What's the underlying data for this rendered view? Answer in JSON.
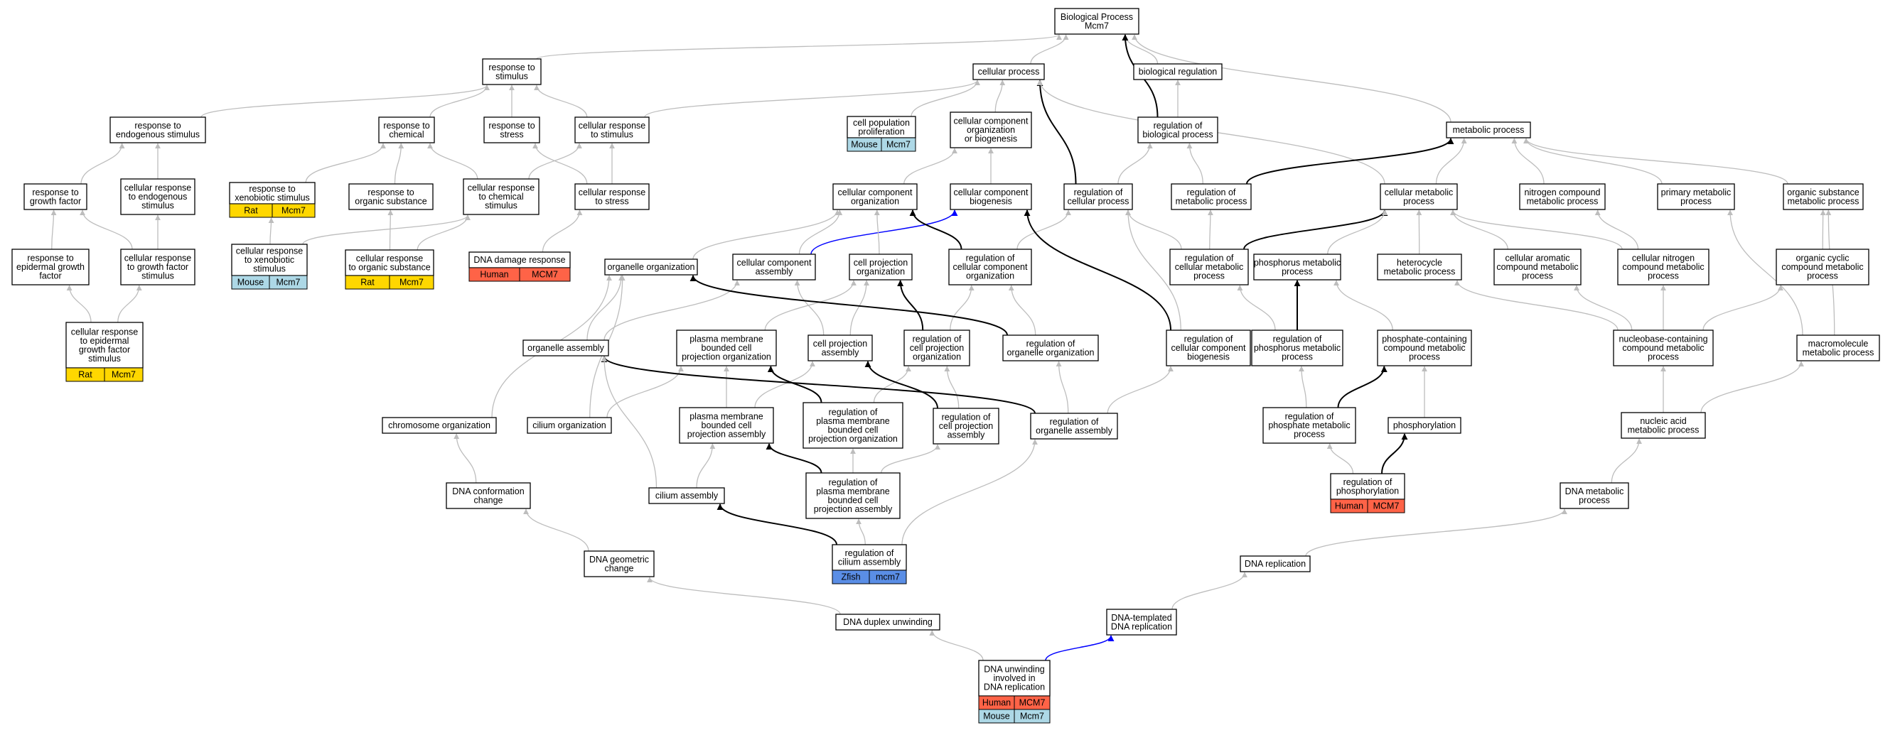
{
  "colors": {
    "gray": "#bdbdbd",
    "black": "#000000",
    "blue": "#0000ff",
    "Rat": "#ffd700",
    "Mouse": "#add8e6",
    "Human": "#ff6347",
    "Zfish": "#5a8ee6"
  },
  "nodes": {
    "bp": {
      "label": [
        "Biological Process",
        "Mcm7"
      ]
    },
    "resp_stim": {
      "label": [
        "response to",
        "stimulus"
      ]
    },
    "cell_proc": {
      "label": [
        "cellular process"
      ]
    },
    "bio_reg": {
      "label": [
        "biological regulation"
      ]
    },
    "resp_endo": {
      "label": [
        "response to",
        "endogenous stimulus"
      ]
    },
    "resp_chem": {
      "label": [
        "response to",
        "chemical"
      ]
    },
    "resp_stress": {
      "label": [
        "response to",
        "stress"
      ]
    },
    "cell_resp_stim": {
      "label": [
        "cellular response",
        "to stimulus"
      ]
    },
    "cell_pop": {
      "label": [
        "cell population",
        "proliferation"
      ],
      "tags": [
        [
          "Mouse",
          "Mcm7"
        ]
      ]
    },
    "ccob": {
      "label": [
        "cellular component",
        "organization",
        "or biogenesis"
      ]
    },
    "reg_bio": {
      "label": [
        "regulation of",
        "biological process"
      ]
    },
    "met_proc": {
      "label": [
        "metabolic process"
      ]
    },
    "resp_gf": {
      "label": [
        "response to",
        "growth factor"
      ]
    },
    "cell_resp_endo": {
      "label": [
        "cellular response",
        "to endogenous",
        "stimulus"
      ]
    },
    "resp_xeno": {
      "label": [
        "response to",
        "xenobiotic stimulus"
      ],
      "tags": [
        [
          "Rat",
          "Mcm7"
        ]
      ]
    },
    "resp_org": {
      "label": [
        "response to",
        "organic substance"
      ]
    },
    "cell_resp_chem": {
      "label": [
        "cellular response",
        "to chemical",
        "stimulus"
      ]
    },
    "cell_resp_stress": {
      "label": [
        "cellular response",
        "to stress"
      ]
    },
    "cco": {
      "label": [
        "cellular component",
        "organization"
      ]
    },
    "ccb": {
      "label": [
        "cellular component",
        "biogenesis"
      ]
    },
    "reg_cell": {
      "label": [
        "regulation of",
        "cellular process"
      ]
    },
    "reg_met": {
      "label": [
        "regulation of",
        "metabolic process"
      ]
    },
    "cell_met": {
      "label": [
        "cellular metabolic",
        "process"
      ]
    },
    "nitro": {
      "label": [
        "nitrogen compound",
        "metabolic process"
      ]
    },
    "prim_met": {
      "label": [
        "primary metabolic",
        "process"
      ]
    },
    "org_sub": {
      "label": [
        "organic substance",
        "metabolic process"
      ]
    },
    "resp_egf": {
      "label": [
        "response to",
        "epidermal growth",
        "factor"
      ]
    },
    "cell_resp_gf": {
      "label": [
        "cellular response",
        "to growth factor",
        "stimulus"
      ]
    },
    "cell_resp_xeno": {
      "label": [
        "cellular response",
        "to xenobiotic",
        "stimulus"
      ],
      "tags": [
        [
          "Mouse",
          "Mcm7"
        ]
      ]
    },
    "cell_resp_org": {
      "label": [
        "cellular response",
        "to organic substance"
      ],
      "tags": [
        [
          "Rat",
          "Mcm7"
        ]
      ]
    },
    "dna_dmg": {
      "label": [
        "DNA damage response"
      ],
      "tags": [
        [
          "Human",
          "MCM7"
        ]
      ]
    },
    "org_org": {
      "label": [
        "organelle organization"
      ]
    },
    "cc_asm": {
      "label": [
        "cellular component",
        "assembly"
      ]
    },
    "cp_org": {
      "label": [
        "cell projection",
        "organization"
      ]
    },
    "reg_cco": {
      "label": [
        "regulation of",
        "cellular component",
        "organization"
      ]
    },
    "reg_cmp": {
      "label": [
        "regulation of",
        "cellular metabolic",
        "process"
      ]
    },
    "phos_met": {
      "label": [
        "phosphorus metabolic",
        "process"
      ]
    },
    "het_met": {
      "label": [
        "heterocycle",
        "metabolic process"
      ]
    },
    "arom": {
      "label": [
        "cellular aromatic",
        "compound metabolic",
        "process"
      ]
    },
    "cell_nitro": {
      "label": [
        "cellular nitrogen",
        "compound metabolic",
        "process"
      ]
    },
    "org_cyc": {
      "label": [
        "organic cyclic",
        "compound metabolic",
        "process"
      ]
    },
    "cell_resp_egf": {
      "label": [
        "cellular response",
        "to epidermal",
        "growth factor",
        "stimulus"
      ],
      "tags": [
        [
          "Rat",
          "Mcm7"
        ]
      ]
    },
    "org_asm": {
      "label": [
        "organelle assembly"
      ]
    },
    "pmbcpo": {
      "label": [
        "plasma membrane",
        "bounded cell",
        "projection organization"
      ]
    },
    "cp_asm": {
      "label": [
        "cell projection",
        "assembly"
      ]
    },
    "reg_cpo": {
      "label": [
        "regulation of",
        "cell projection",
        "organization"
      ]
    },
    "reg_oo": {
      "label": [
        "regulation of",
        "organelle organization"
      ]
    },
    "reg_ccb": {
      "label": [
        "regulation of",
        "cellular component",
        "biogenesis"
      ]
    },
    "reg_pmp": {
      "label": [
        "regulation of",
        "phosphorus metabolic",
        "process"
      ]
    },
    "phos_cont": {
      "label": [
        "phosphate-containing",
        "compound metabolic",
        "process"
      ]
    },
    "nucleobase": {
      "label": [
        "nucleobase-containing",
        "compound metabolic",
        "process"
      ]
    },
    "macro": {
      "label": [
        "macromolecule",
        "metabolic process"
      ]
    },
    "chrom": {
      "label": [
        "chromosome organization"
      ]
    },
    "cil_org": {
      "label": [
        "cilium organization"
      ]
    },
    "pmbcpa": {
      "label": [
        "plasma membrane",
        "bounded cell",
        "projection assembly"
      ]
    },
    "reg_pmbcpo": {
      "label": [
        "regulation of",
        "plasma membrane",
        "bounded cell",
        "projection organization"
      ]
    },
    "reg_cpa": {
      "label": [
        "regulation of",
        "cell projection",
        "assembly"
      ]
    },
    "reg_oa": {
      "label": [
        "regulation of",
        "organelle assembly"
      ]
    },
    "reg_phosmet": {
      "label": [
        "regulation of",
        "phosphate metabolic",
        "process"
      ]
    },
    "phosph": {
      "label": [
        "phosphorylation"
      ]
    },
    "nuc_acid": {
      "label": [
        "nucleic acid",
        "metabolic process"
      ]
    },
    "dna_conf": {
      "label": [
        "DNA conformation",
        "change"
      ]
    },
    "cil_asm": {
      "label": [
        "cilium assembly"
      ]
    },
    "reg_pmbcpa": {
      "label": [
        "regulation of",
        "plasma membrane",
        "bounded cell",
        "projection assembly"
      ]
    },
    "reg_phos": {
      "label": [
        "regulation of",
        "phosphorylation"
      ],
      "tags": [
        [
          "Human",
          "MCM7"
        ]
      ]
    },
    "dna_met": {
      "label": [
        "DNA metabolic",
        "process"
      ]
    },
    "reg_cil": {
      "label": [
        "regulation of",
        "cilium assembly"
      ],
      "tags": [
        [
          "Zfish",
          "mcm7"
        ]
      ]
    },
    "dna_geo": {
      "label": [
        "DNA geometric",
        "change"
      ]
    },
    "dna_rep": {
      "label": [
        "DNA replication"
      ]
    },
    "dna_dup": {
      "label": [
        "DNA duplex unwinding"
      ]
    },
    "dna_temp": {
      "label": [
        "DNA-templated",
        "DNA replication"
      ]
    },
    "dna_unw": {
      "label": [
        "DNA unwinding",
        "involved in",
        "DNA replication"
      ],
      "tags": [
        [
          "Human",
          "MCM7"
        ],
        [
          "Mouse",
          "Mcm7"
        ]
      ]
    }
  },
  "edges": [
    [
      "resp_stim",
      "bp",
      "gray"
    ],
    [
      "cell_proc",
      "bp",
      "gray"
    ],
    [
      "bio_reg",
      "bp",
      "gray"
    ],
    [
      "reg_bio",
      "bp",
      "black"
    ],
    [
      "met_proc",
      "bp",
      "gray"
    ],
    [
      "resp_endo",
      "resp_stim",
      "gray"
    ],
    [
      "resp_chem",
      "resp_stim",
      "gray"
    ],
    [
      "resp_stress",
      "resp_stim",
      "gray"
    ],
    [
      "cell_resp_stim",
      "resp_stim",
      "gray"
    ],
    [
      "cell_resp_stim",
      "cell_proc",
      "gray"
    ],
    [
      "cell_pop",
      "cell_proc",
      "gray"
    ],
    [
      "ccob",
      "cell_proc",
      "gray"
    ],
    [
      "reg_bio",
      "bio_reg",
      "gray"
    ],
    [
      "reg_cell",
      "cell_proc",
      "black"
    ],
    [
      "cell_met",
      "cell_proc",
      "gray"
    ],
    [
      "reg_met",
      "met_proc",
      "black"
    ],
    [
      "cell_met",
      "met_proc",
      "gray"
    ],
    [
      "nitro",
      "met_proc",
      "gray"
    ],
    [
      "prim_met",
      "met_proc",
      "gray"
    ],
    [
      "org_sub",
      "met_proc",
      "gray"
    ],
    [
      "resp_gf",
      "resp_endo",
      "gray"
    ],
    [
      "cell_resp_endo",
      "resp_endo",
      "gray"
    ],
    [
      "resp_xeno",
      "resp_chem",
      "gray"
    ],
    [
      "resp_org",
      "resp_chem",
      "gray"
    ],
    [
      "cell_resp_chem",
      "resp_chem",
      "gray"
    ],
    [
      "cell_resp_chem",
      "cell_resp_stim",
      "gray"
    ],
    [
      "cell_resp_stress",
      "resp_stress",
      "gray"
    ],
    [
      "cell_resp_stress",
      "cell_resp_stim",
      "gray"
    ],
    [
      "cco",
      "ccob",
      "gray"
    ],
    [
      "ccb",
      "ccob",
      "gray"
    ],
    [
      "reg_cell",
      "reg_bio",
      "gray"
    ],
    [
      "reg_met",
      "reg_bio",
      "gray"
    ],
    [
      "resp_egf",
      "resp_gf",
      "gray"
    ],
    [
      "cell_resp_gf",
      "resp_gf",
      "gray"
    ],
    [
      "cell_resp_gf",
      "cell_resp_endo",
      "gray"
    ],
    [
      "cell_resp_xeno",
      "resp_xeno",
      "gray"
    ],
    [
      "cell_resp_xeno",
      "cell_resp_chem",
      "gray"
    ],
    [
      "cell_resp_org",
      "resp_org",
      "gray"
    ],
    [
      "cell_resp_org",
      "cell_resp_chem",
      "gray"
    ],
    [
      "dna_dmg",
      "cell_resp_stress",
      "gray"
    ],
    [
      "org_org",
      "cco",
      "gray"
    ],
    [
      "cc_asm",
      "cco",
      "gray"
    ],
    [
      "cc_asm",
      "ccb",
      "blue"
    ],
    [
      "cp_org",
      "cco",
      "gray"
    ],
    [
      "reg_cco",
      "cco",
      "black"
    ],
    [
      "reg_cco",
      "reg_cell",
      "gray"
    ],
    [
      "reg_cmp",
      "reg_cell",
      "gray"
    ],
    [
      "reg_cmp",
      "reg_met",
      "gray"
    ],
    [
      "reg_cmp",
      "cell_met",
      "black"
    ],
    [
      "phos_met",
      "cell_met",
      "gray"
    ],
    [
      "het_met",
      "cell_met",
      "gray"
    ],
    [
      "arom",
      "cell_met",
      "gray"
    ],
    [
      "cell_nitro",
      "cell_met",
      "gray"
    ],
    [
      "cell_nitro",
      "nitro",
      "gray"
    ],
    [
      "org_cyc",
      "org_sub",
      "gray"
    ],
    [
      "cell_resp_egf",
      "resp_egf",
      "gray"
    ],
    [
      "cell_resp_egf",
      "cell_resp_gf",
      "gray"
    ],
    [
      "org_asm",
      "org_org",
      "gray"
    ],
    [
      "org_asm",
      "cc_asm",
      "gray"
    ],
    [
      "pmbcpo",
      "cp_org",
      "gray"
    ],
    [
      "cp_asm",
      "cc_asm",
      "gray"
    ],
    [
      "cp_asm",
      "cp_org",
      "gray"
    ],
    [
      "reg_cpo",
      "cp_org",
      "black"
    ],
    [
      "reg_cpo",
      "reg_cco",
      "gray"
    ],
    [
      "reg_oo",
      "org_org",
      "black"
    ],
    [
      "reg_oo",
      "reg_cco",
      "gray"
    ],
    [
      "reg_ccb",
      "ccb",
      "black"
    ],
    [
      "reg_ccb",
      "reg_cell",
      "gray"
    ],
    [
      "reg_pmp",
      "phos_met",
      "black"
    ],
    [
      "reg_pmp",
      "reg_cmp",
      "gray"
    ],
    [
      "phos_cont",
      "phos_met",
      "gray"
    ],
    [
      "nucleobase",
      "het_met",
      "gray"
    ],
    [
      "nucleobase",
      "arom",
      "gray"
    ],
    [
      "nucleobase",
      "cell_nitro",
      "gray"
    ],
    [
      "nucleobase",
      "org_cyc",
      "gray"
    ],
    [
      "macro",
      "prim_met",
      "gray"
    ],
    [
      "macro",
      "org_sub",
      "gray"
    ],
    [
      "chrom",
      "org_org",
      "gray"
    ],
    [
      "cil_org",
      "org_org",
      "gray"
    ],
    [
      "cil_org",
      "pmbcpo",
      "gray"
    ],
    [
      "pmbcpa",
      "pmbcpo",
      "gray"
    ],
    [
      "pmbcpa",
      "cp_asm",
      "gray"
    ],
    [
      "reg_pmbcpo",
      "pmbcpo",
      "black"
    ],
    [
      "reg_pmbcpo",
      "reg_cpo",
      "gray"
    ],
    [
      "reg_cpa",
      "cp_asm",
      "black"
    ],
    [
      "reg_cpa",
      "reg_cpo",
      "gray"
    ],
    [
      "reg_oa",
      "org_asm",
      "black"
    ],
    [
      "reg_oa",
      "reg_oo",
      "gray"
    ],
    [
      "reg_oa",
      "reg_ccb",
      "gray"
    ],
    [
      "reg_phosmet",
      "phos_cont",
      "black"
    ],
    [
      "reg_phosmet",
      "reg_pmp",
      "gray"
    ],
    [
      "phosph",
      "phos_cont",
      "gray"
    ],
    [
      "nuc_acid",
      "nucleobase",
      "gray"
    ],
    [
      "nuc_acid",
      "macro",
      "gray"
    ],
    [
      "dna_conf",
      "chrom",
      "gray"
    ],
    [
      "cil_asm",
      "org_asm",
      "gray"
    ],
    [
      "cil_asm",
      "pmbcpa",
      "gray"
    ],
    [
      "reg_pmbcpa",
      "pmbcpa",
      "black"
    ],
    [
      "reg_pmbcpa",
      "reg_pmbcpo",
      "gray"
    ],
    [
      "reg_pmbcpa",
      "reg_cpa",
      "gray"
    ],
    [
      "reg_phos",
      "phosph",
      "black"
    ],
    [
      "reg_phos",
      "reg_phosmet",
      "gray"
    ],
    [
      "dna_met",
      "nuc_acid",
      "gray"
    ],
    [
      "reg_cil",
      "cil_asm",
      "black"
    ],
    [
      "reg_cil",
      "reg_pmbcpa",
      "gray"
    ],
    [
      "reg_cil",
      "reg_oa",
      "gray"
    ],
    [
      "dna_geo",
      "dna_conf",
      "gray"
    ],
    [
      "dna_rep",
      "dna_met",
      "gray"
    ],
    [
      "dna_dup",
      "dna_geo",
      "gray"
    ],
    [
      "dna_temp",
      "dna_rep",
      "gray"
    ],
    [
      "dna_unw",
      "dna_dup",
      "gray"
    ],
    [
      "dna_unw",
      "dna_temp",
      "blue"
    ]
  ]
}
